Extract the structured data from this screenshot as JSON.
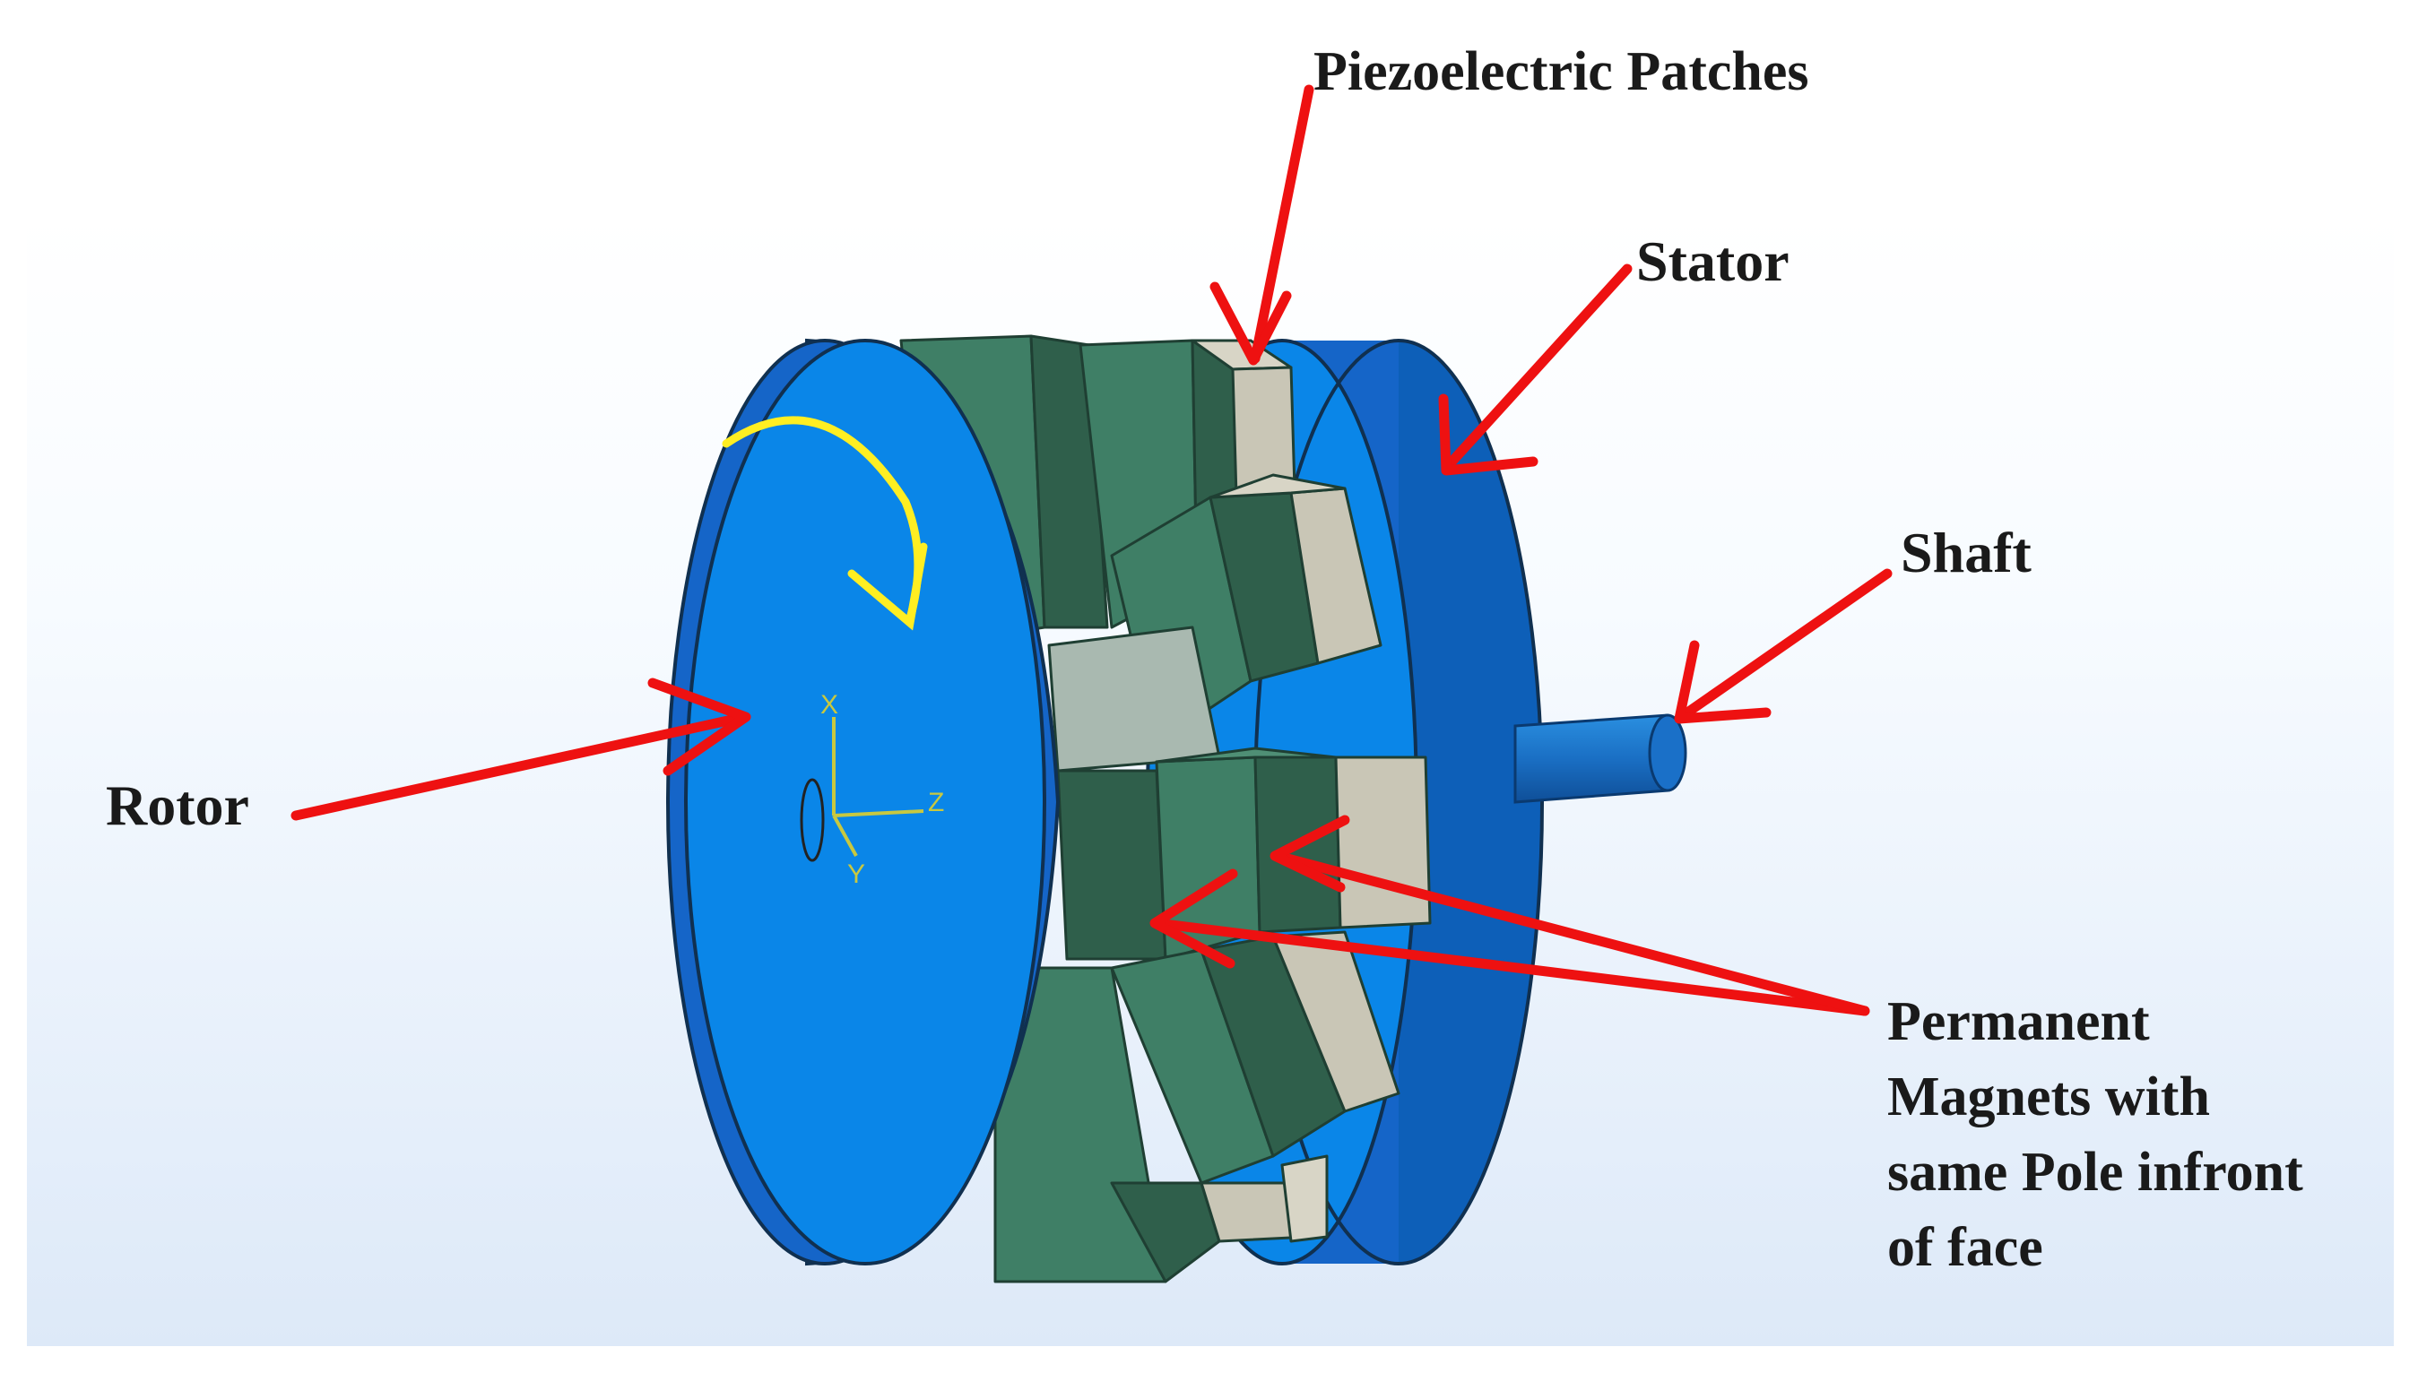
{
  "labels": {
    "piezo": "Piezoelectric Patches",
    "stator": "Stator",
    "shaft": "Shaft",
    "rotor": "Rotor",
    "magnets_line1": "Permanent",
    "magnets_line2": "Magnets with",
    "magnets_line3": "same Pole infront",
    "magnets_line4": "of face"
  },
  "axes": {
    "x": "X",
    "y": "Y",
    "z": "Z"
  },
  "colors": {
    "rotor_blue": "#0a86e8",
    "rim_blue": "#1565c8",
    "magnet_green": "#3f7f66",
    "magnet_dark": "#2f5f4b",
    "piezo_beige": "#c9c6b6",
    "arrow_red": "#ee1111",
    "rotation_yellow": "#ffee22"
  }
}
